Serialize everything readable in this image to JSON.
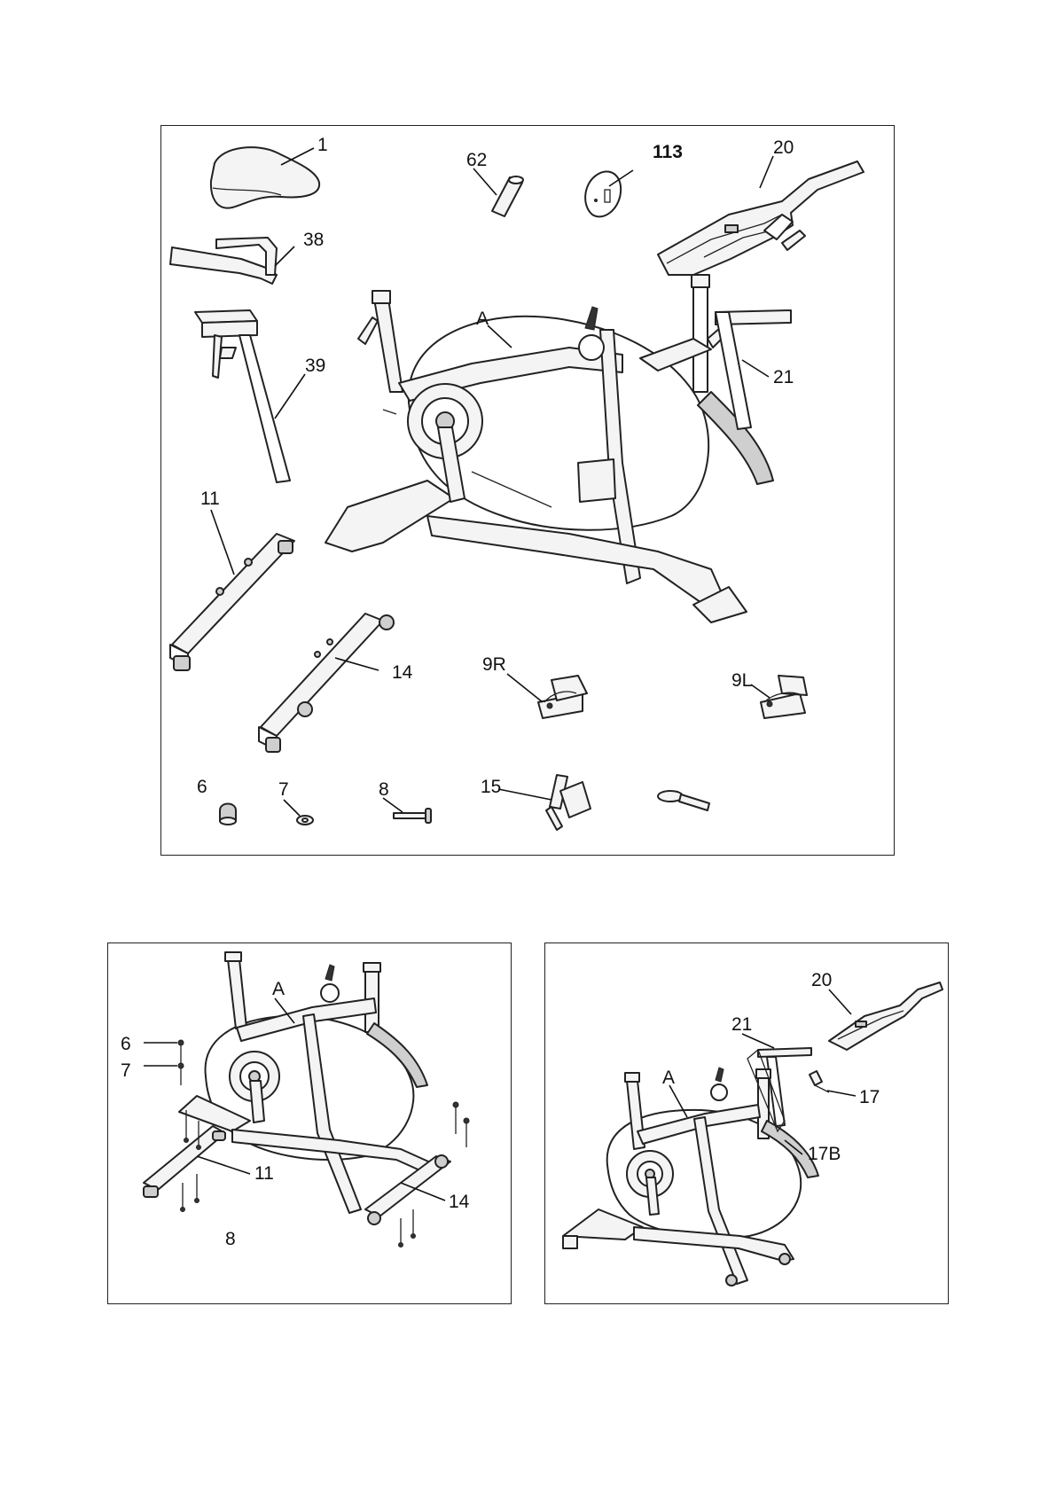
{
  "main_panel": {
    "labels": {
      "p1": "1",
      "p62": "62",
      "p113": "113",
      "p20": "20",
      "p38": "38",
      "pA": "A",
      "p39": "39",
      "p21": "21",
      "p11": "11",
      "p14": "14",
      "p9R": "9R",
      "p9L": "9L",
      "p6": "6",
      "p7": "7",
      "p8": "8",
      "p15": "15"
    }
  },
  "step_a_panel": {
    "labels": {
      "pA": "A",
      "p6": "6",
      "p7": "7",
      "p11": "11",
      "p14": "14",
      "p8": "8"
    }
  },
  "step_b_panel": {
    "labels": {
      "p20": "20",
      "p21": "21",
      "pA": "A",
      "p17": "17",
      "p17B": "17B"
    }
  }
}
